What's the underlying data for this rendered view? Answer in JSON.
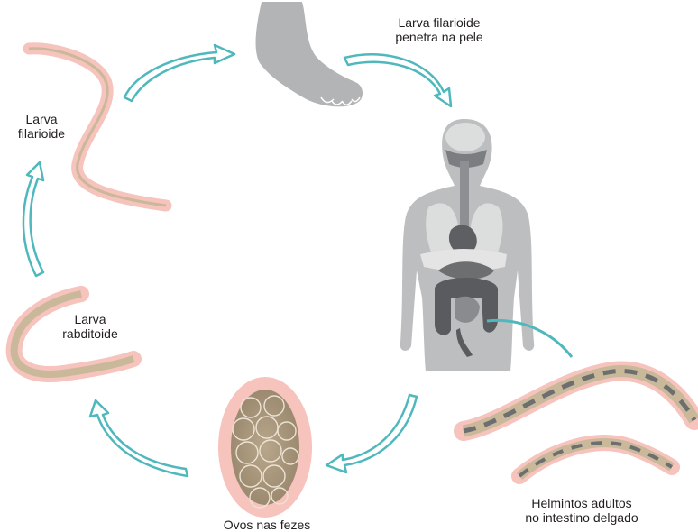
{
  "labels": {
    "penetration": "Larva filarioide\npenetra na pele",
    "filariform": "Larva\nfilarioide",
    "rhabditiform": "Larva\nrabditoide",
    "eggs": "Ovos nas fezes",
    "adults": "Helmintos adultos\nno intestino delgado"
  },
  "colors": {
    "arrow_teal": "#4fb8bc",
    "body_gray": "#bdbebf",
    "organ_gray": "#6d6e70",
    "larva_pink": "#f6c3bd",
    "larva_tan": "#c9b89a",
    "egg_brown": "#a8957a"
  }
}
